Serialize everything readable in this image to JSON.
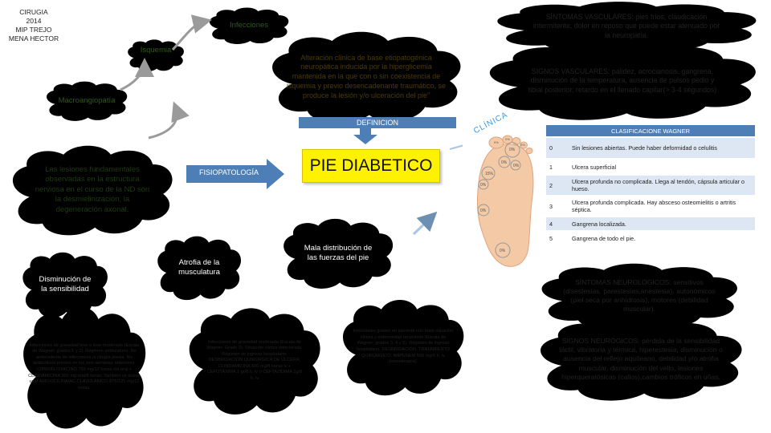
{
  "header_info": [
    "CIRUGIA",
    "2014",
    "MIP TREJO",
    "MENA HECTOR"
  ],
  "title": "PIE DIABETICO",
  "clouds": {
    "infecciones": "Infecciones",
    "isquemia": "Isquemia",
    "macroangiopatia": "Macroangiopatía",
    "definicion_text": "Alteración clínica de base etiopatogénica neuropática inducida por la hiperglicemia mantenida en la que con o sin coexistencia de isquemia y previo desencadenante traumático, se produce la lesión y/o ulceración del pie”",
    "sintomas_vasculares": "SÍNTOMAS VASCULARES: pies fríos, claudicación intermitente, dolor en reposo que puede estar atenuado por la neuropatía.",
    "signos_vasculares": "SIGNOS VASCULARES: palidez, acrocianosis, gangrena, disminución de la temperatura, ausencia de pulsos pedio y tibial posterior, retardo en el llenado capilar(> 3-4 segundos)",
    "lesiones_fundamentales": "Las lesiones fundamentales observadas en la estructura nerviosa en el curso de la ND son la desmielinización, la degeneración axonal.",
    "disminucion_sensibilidad": "Disminución de la sensibilidad",
    "atrofia": "Atrofia de la musculatura",
    "mala_distribucion": "Mala distribución de las fuerzas del pie",
    "sintomas_neurologicos": "SÍNTOMAS NEUROLÓGICOS: sensitivos (disestesias, parestesias,anestesia), autonómicos (piel seca por anhidrosis), motores (debilidad muscular).",
    "signos_neurologicos": "SIGNOS NEURÓGICOS: pérdida de la sensibilidad táctil, vibratoria y térmica, hiperestesia, disminución o ausencia del reflejo aquíleano, debilidad y/o atrofia muscular, disminución del vello, lesiones hiperqueratósicas (callos),cambios tróficos en uñas."
  },
  "labels": {
    "definicion": "DEFINICION",
    "fisiopatologia": "FISIOPATOLOGÍA",
    "clinica": "CLÍNICA"
  },
  "treatment_clouds": {
    "leve": "Infecciones de gravedad leve o leve-moderada (Escala de Wagner: grados 1 y 2). Régimen ambulatorio. No antecedente de infecciones ni cirugía previa. No antibióticos previos en los seis semanas anteriores. CIPROFLOXACINO 750 mg/12 horas vía oral + CLINDAMICINA 300 mg oral/8 horas. También se puede usar AMOXICILINA/AC.CLAVULÁNICO 875/125 mg/12 horas.",
    "moderada": "Infecciones de gravedad moderada (Escala de Wagner: Grado 3). Situación clínica deteriorada. Régimen de ingreso hospitalario. DESBRIDACIÓN QUIRÚRGICA DE ÚLCERA. CLINDAMICINA 600 mg/8 horas iv + CEFOTAXIMA 1 gr/8 h. iv o CEFTAZIDIMA 1g/8 h. iv",
    "grave": "Infecciones graves en paciente con mala situación clínica y enfermedad recurrente (Escala de Wagner: grados 3, 4 y 5). Régimen de ingreso hospitalario. DESBRIDACIÓN. TRATAMIENTO QUIRÚRGICO. IMIPENEM 500 mg/6 h. iv (monoterapia)."
  },
  "foot_labels": [
    "0%",
    "15%",
    "0%",
    "0%",
    "0%",
    "0%",
    "0%",
    "0%",
    "0%",
    "0%"
  ],
  "wagner": {
    "title": "CLASIFICACIONE WAGNER",
    "rows": [
      {
        "grade": "0",
        "desc": "Sin lesiones abiertas. Puede haber deformidad o celulitis"
      },
      {
        "grade": "1",
        "desc": "Ulcera superficial"
      },
      {
        "grade": "2",
        "desc": "Ulcera profunda no complicada. Llega al tendón, cápsula articular o hueso."
      },
      {
        "grade": "3",
        "desc": "Ulcera profunda complicada. Hay absceso osteomielitis o artritis séptica."
      },
      {
        "grade": "4",
        "desc": "Gangrena localizada."
      },
      {
        "grade": "5",
        "desc": "Gangrena de todo el pie."
      }
    ]
  },
  "colors": {
    "yellow": "#f3c22f",
    "green": "#86bd5f",
    "blue_bar": "#4d7fb6",
    "light_blue": "#b7d3ee",
    "title_bg": "#fff200",
    "arrow_blue": "#4d7fb6"
  }
}
